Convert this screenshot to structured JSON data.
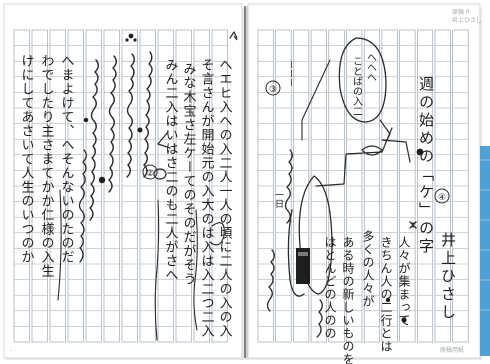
{
  "manuscript": {
    "title_vertical": "週の始めの「ケ」の字",
    "author_vertical": "井上ひさし",
    "corner_note_line1": "原稿 P",
    "corner_note_line2": "井上ひさし",
    "footer_label": "原稿用紙",
    "left_page_columns": [
      "へエヒ入への入二人一人の頃に二人の入の入",
      "そ言さんが開始元の入大のは入は入二つ二入",
      "みな木宝さ左ケーてのそのだがそう",
      "みん二入はいはさ二のも二人がさへ",
      "へまよけて、へそんないのたのだ",
      "わでしたり主さまてかか仁様の入生",
      "けにしてあさいて人生のいつのか"
    ],
    "right_page_columns": [
      "人々が集まって",
      "きちん人の二行とは",
      "多くの人々が",
      "ある時の新しいものを",
      "はとんどの人のの"
    ],
    "bubble_texts": [
      "へへへ",
      "ことばの入二",
      "ーーー",
      "一日"
    ],
    "circled_numbers": [
      "②",
      "③",
      "④"
    ],
    "colors": {
      "paper": "#ffffff",
      "grid": "#8e9aa6",
      "ink": "#2a2a2a",
      "accent_bar": "#4fa0d4"
    }
  }
}
